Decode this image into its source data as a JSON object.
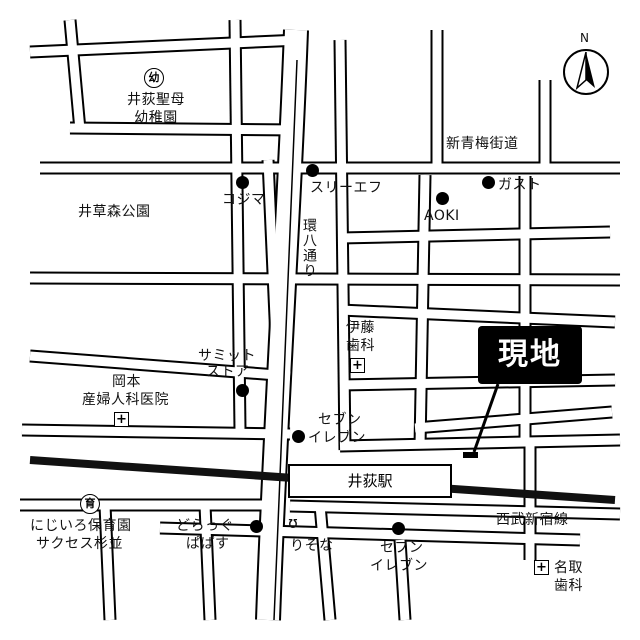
{
  "map": {
    "target_label": "現地",
    "north_label": "N",
    "station": "井荻駅",
    "railway": "西武新宿線",
    "roads": {
      "shin_ome": "新青梅街道",
      "kanpachi": "環八通り"
    },
    "places": {
      "kindergarten_symbol": "幼",
      "kindergarten_line1": "井荻聖母",
      "kindergarten_line2": "幼稚園",
      "park": "井草森公園",
      "kojima": "コジマ",
      "three_f": "スリーエフ",
      "aoki": "AOKI",
      "gusto": "ガスト",
      "summit_line1": "サミット",
      "summit_line2": "ストア",
      "ito_line1": "伊藤",
      "ito_line2": "歯科",
      "okamoto_line1": "岡本",
      "okamoto_line2": "産婦人科医院",
      "seven_north_line1": "セブン",
      "seven_north_line2": "イレブン",
      "nursery_symbol": "育",
      "nursery_line1": "にじいろ保育園",
      "nursery_line2": "サクセス杉並",
      "drug_line1": "どらっぐ",
      "drug_line2": "ぱぱす",
      "resona": "りそな",
      "seven_south_line1": "セブン",
      "seven_south_line2": "イレブン",
      "natori_line1": "名取",
      "natori_line2": "歯科"
    },
    "colors": {
      "road_fill": "#ffffff",
      "road_edge": "#000000",
      "rail": "#111111",
      "background": "#ffffff"
    }
  }
}
